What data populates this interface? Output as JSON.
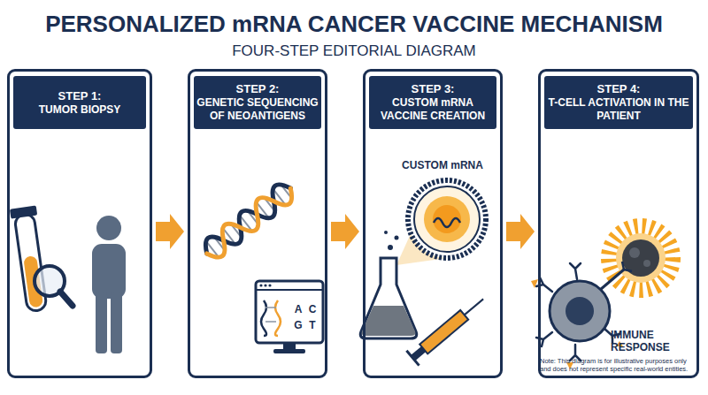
{
  "diagram": {
    "title": "PERSONALIZED mRNA CANCER VACCINE MECHANISM",
    "nodes": [
      {
        "text": [
          "STEP 1:",
          "TUMOR BIOPSY"
        ]
      },
      {
        "text": [
          "STEP 2:",
          "GENETIC SEQUENCING OF NEOANTIGENS"
        ]
      },
      {
        "text": [
          "STEP 3:",
          "CUSTOM mRNA VACCINE CREATION"
        ]
      },
      {
        "text": [
          "STEP 4:",
          "T-CELL ACTIVATION IN THE PATIENT"
        ]
      }
    ],
    "edges": [
      {
        "from": 0,
        "to": 1,
        "arrow": "to"
      },
      {
        "from": 1,
        "to": 2,
        "arrow": "to"
      },
      {
        "from": 2,
        "to": 3,
        "arrow": "to"
      }
    ],
    "labels": [
      "FOUR-STEP EDITORIAL DIAGRAM",
      "A",
      "C",
      "G",
      "T",
      "CUSTOM mRNA",
      "IMMUNE RESPONSE",
      "Note: This diagram is for illustrative purposes only and does not represent specific real-world entities."
    ]
  }
}
